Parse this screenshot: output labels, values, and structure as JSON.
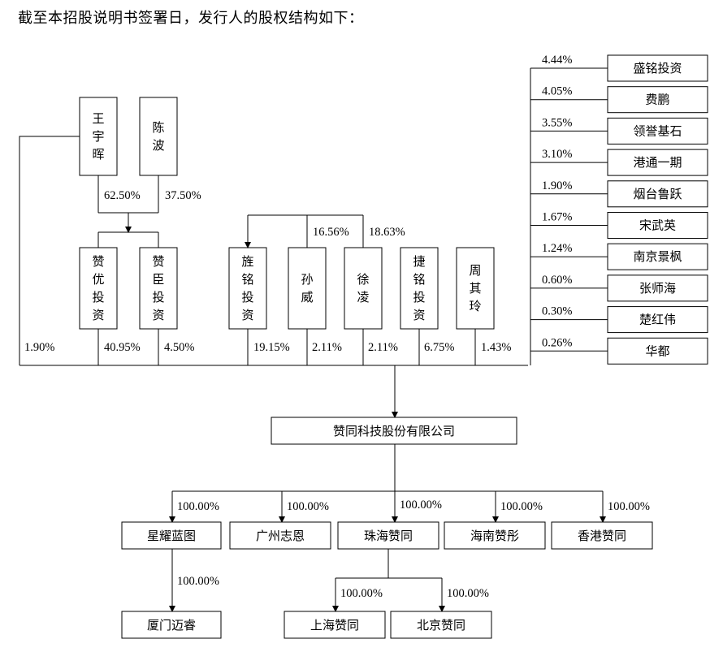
{
  "intro": "截至本招股说明书签署日，发行人的股权结构如下：",
  "top_holders": [
    {
      "name": "王宇晖",
      "pct": "62.50%"
    },
    {
      "name": "陈波",
      "pct": "37.50%"
    }
  ],
  "direct_holders": [
    {
      "name": "赞优投资",
      "pct": "40.95%"
    },
    {
      "name": "赞臣投资",
      "pct": "4.50%"
    },
    {
      "name": "旌铭投资",
      "pct": "19.15%"
    },
    {
      "name": "孙威",
      "pct": "2.11%"
    },
    {
      "name": "徐凌",
      "pct": "2.11%"
    },
    {
      "name": "捷铭投资",
      "pct": "6.75%"
    },
    {
      "name": "周其玲",
      "pct": "1.43%"
    }
  ],
  "wang_direct_pct": "1.90%",
  "jingming_partners": [
    {
      "name": "孙威",
      "pct": "16.56%"
    },
    {
      "name": "徐凌",
      "pct": "18.63%"
    }
  ],
  "right_holders": [
    {
      "name": "盛铭投资",
      "pct": "4.44%"
    },
    {
      "name": "费鹏",
      "pct": "4.05%"
    },
    {
      "name": "领誉基石",
      "pct": "3.55%"
    },
    {
      "name": "港通一期",
      "pct": "3.10%"
    },
    {
      "name": "烟台鲁跃",
      "pct": "1.90%"
    },
    {
      "name": "宋武英",
      "pct": "1.67%"
    },
    {
      "name": "南京景枫",
      "pct": "1.24%"
    },
    {
      "name": "张师海",
      "pct": "0.60%"
    },
    {
      "name": "楚红伟",
      "pct": "0.30%"
    },
    {
      "name": "华都",
      "pct": "0.26%"
    }
  ],
  "company": "赞同科技股份有限公司",
  "subsidiaries": [
    {
      "name": "星耀蓝图",
      "pct": "100.00%"
    },
    {
      "name": "广州志恩",
      "pct": "100.00%"
    },
    {
      "name": "珠海赞同",
      "pct": "100.00%"
    },
    {
      "name": "海南赞彤",
      "pct": "100.00%"
    },
    {
      "name": "香港赞同",
      "pct": "100.00%"
    }
  ],
  "xingyao_sub": {
    "name": "厦门迈睿",
    "pct": "100.00%"
  },
  "zhuhai_subs": [
    {
      "name": "上海赞同",
      "pct": "100.00%"
    },
    {
      "name": "北京赞同",
      "pct": "100.00%"
    }
  ]
}
